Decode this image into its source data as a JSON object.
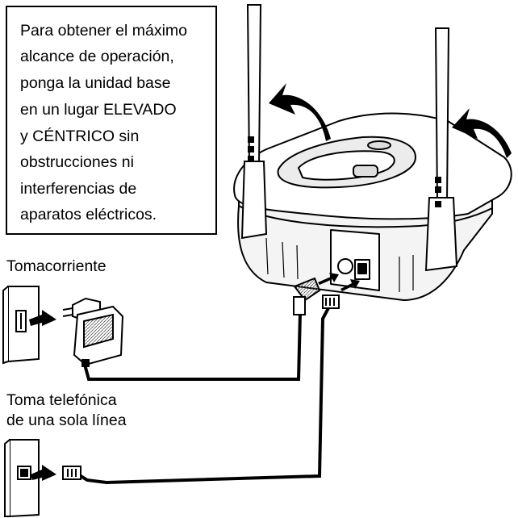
{
  "callout": {
    "lines": [
      "Para obtener el máximo",
      "alcance de operación,",
      "ponga la unidad base",
      "en un lugar ELEVADO",
      "y CÉNTRICO sin",
      "obstrucciones ni",
      "interferencias de",
      "aparatos eléctricos."
    ]
  },
  "labels": {
    "outlet": "Tomacorriente",
    "phone_jack_line1": "Toma telefónica",
    "phone_jack_line2": "de una sola línea"
  }
}
